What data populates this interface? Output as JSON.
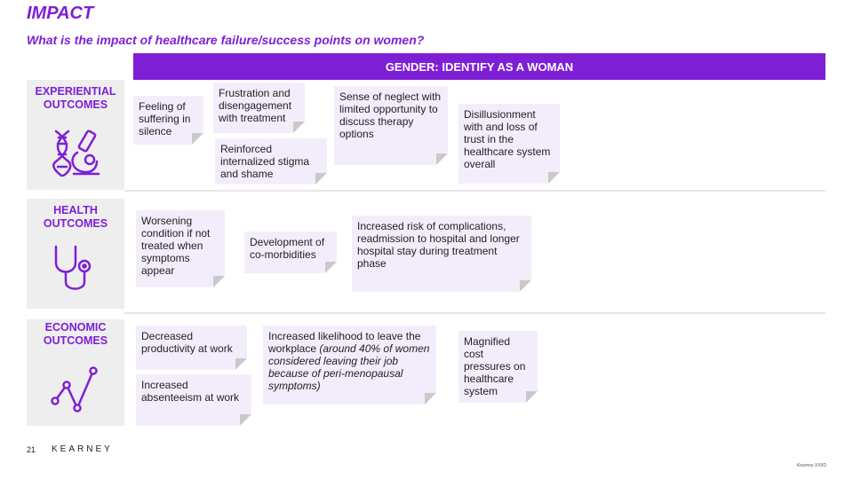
{
  "header": {
    "title": "IMPACT",
    "subtitle": "What is the impact of healthcare failure/success points on women?"
  },
  "gender_bar": "GENDER: IDENTIFY AS A WOMAN",
  "rows": {
    "experiential": {
      "label": "EXPERIENTIAL OUTCOMES",
      "icon": "dna-microscope-icon",
      "notes": {
        "n1": "Feeling of suffering in silence",
        "n2": "Frustration and disengagement with treatment",
        "n3": "Reinforced internalized stigma and shame",
        "n4": "Sense of neglect with limited opportunity to discuss therapy options",
        "n5": "Disillusionment with and loss of trust in the healthcare system overall"
      }
    },
    "health": {
      "label": "HEALTH OUTCOMES",
      "icon": "stethoscope-icon",
      "notes": {
        "n1": "Worsening condition if not treated when symptoms appear",
        "n2": "Development of co-morbidities",
        "n3": "Increased risk of complications, readmission to hospital and longer hospital stay during treatment phase"
      }
    },
    "economic": {
      "label": "ECONOMIC OUTCOMES",
      "icon": "line-graph-icon",
      "notes": {
        "n1": "Decreased productivity at work",
        "n2": "Increased absenteeism at work",
        "n3_main": "Increased likelihood to leave the workplace ",
        "n3_italic": "(around 40% of women considered leaving their job because of peri-menopausal symptoms)",
        "n4": "Magnified cost pressures on healthcare system"
      }
    }
  },
  "footer": {
    "page": "21",
    "brand": "KEARNEY",
    "tag": "Kearney XX/ID"
  },
  "colors": {
    "accent": "#7e1fd6",
    "note_bg": "#f3edfb",
    "category_bg": "#eeeeee"
  }
}
